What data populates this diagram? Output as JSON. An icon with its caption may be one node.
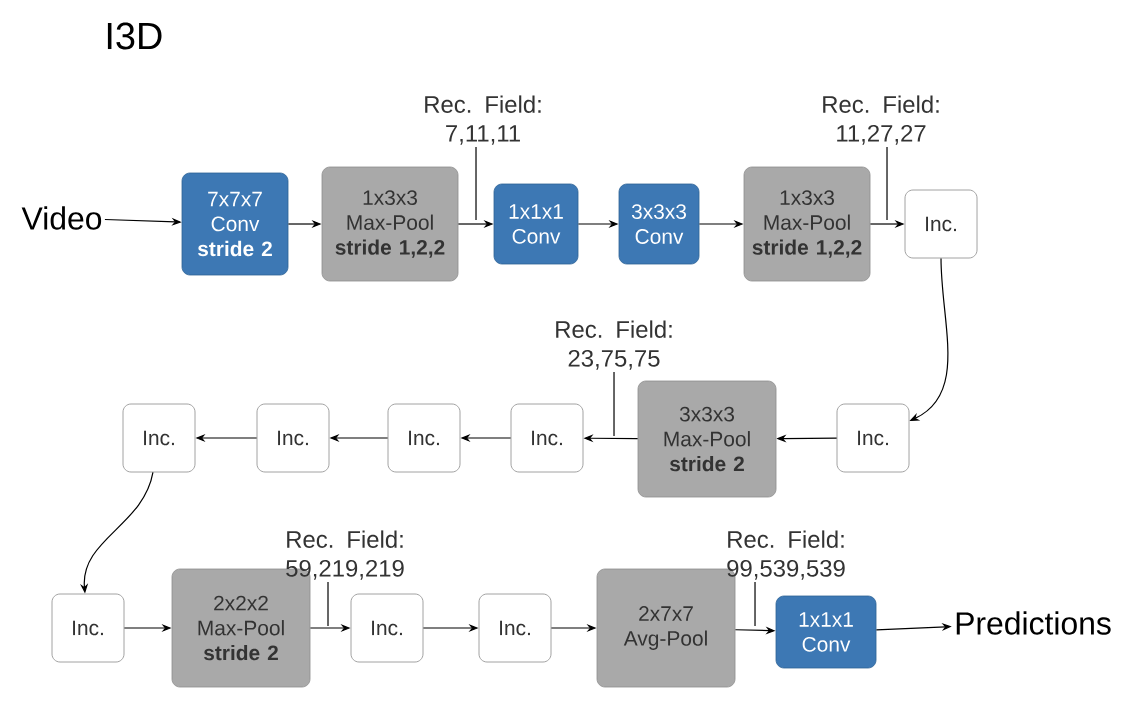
{
  "diagram": {
    "title": "I3D",
    "nodes": [
      {
        "text": [
          "Video"
        ]
      },
      {
        "text": [
          "7x7x7 Conv",
          "stride 2"
        ]
      },
      {
        "text": [
          "1x3x3 Max-Pool",
          "stride 1,2,2"
        ]
      },
      {
        "text": [
          "1x1x1 Conv"
        ]
      },
      {
        "text": [
          "3x3x3 Conv"
        ]
      },
      {
        "text": [
          "1x3x3 Max-Pool",
          "stride 1,2,2"
        ]
      },
      {
        "text": [
          "Inc."
        ]
      },
      {
        "text": [
          "Inc."
        ]
      },
      {
        "text": [
          "3x3x3 Max-Pool",
          "stride 2"
        ]
      },
      {
        "text": [
          "Inc."
        ]
      },
      {
        "text": [
          "Inc."
        ]
      },
      {
        "text": [
          "Inc."
        ]
      },
      {
        "text": [
          "Inc."
        ]
      },
      {
        "text": [
          "Inc."
        ]
      },
      {
        "text": [
          "2x2x2 Max-Pool",
          "stride 2"
        ]
      },
      {
        "text": [
          "Inc."
        ]
      },
      {
        "text": [
          "Inc."
        ]
      },
      {
        "text": [
          "2x7x7 Avg-Pool"
        ]
      },
      {
        "text": [
          "1x1x1 Conv"
        ]
      },
      {
        "text": [
          "Predictions"
        ]
      },
      {
        "text": [
          "Rec. Field: 7,11,11"
        ]
      },
      {
        "text": [
          "Rec. Field: 11,27,27"
        ]
      },
      {
        "text": [
          "Rec. Field: 23,75,75"
        ]
      },
      {
        "text": [
          "Rec. Field: 59,219,219"
        ]
      },
      {
        "text": [
          "Rec. Field: 99,539,539"
        ]
      }
    ],
    "edges": [
      {
        "from": 0,
        "to": 1,
        "arrow": "to"
      },
      {
        "from": 1,
        "to": 2,
        "arrow": "to"
      },
      {
        "from": 2,
        "to": 3,
        "arrow": "to"
      },
      {
        "from": 3,
        "to": 4,
        "arrow": "to"
      },
      {
        "from": 4,
        "to": 5,
        "arrow": "to"
      },
      {
        "from": 5,
        "to": 6,
        "arrow": "to"
      },
      {
        "from": 6,
        "to": 7,
        "arrow": "to"
      },
      {
        "from": 7,
        "to": 8,
        "arrow": "to"
      },
      {
        "from": 8,
        "to": 9,
        "arrow": "to"
      },
      {
        "from": 9,
        "to": 10,
        "arrow": "to"
      },
      {
        "from": 10,
        "to": 11,
        "arrow": "to"
      },
      {
        "from": 11,
        "to": 12,
        "arrow": "to"
      },
      {
        "from": 12,
        "to": 13,
        "arrow": "to"
      },
      {
        "from": 13,
        "to": 14,
        "arrow": "to"
      },
      {
        "from": 14,
        "to": 15,
        "arrow": "to"
      },
      {
        "from": 15,
        "to": 16,
        "arrow": "to"
      },
      {
        "from": 16,
        "to": 17,
        "arrow": "to"
      },
      {
        "from": 17,
        "to": 18,
        "arrow": "to"
      },
      {
        "from": 18,
        "to": 19,
        "arrow": "to"
      },
      {
        "from": 20,
        "to": null,
        "arrow": "none"
      },
      {
        "from": 21,
        "to": null,
        "arrow": "none"
      },
      {
        "from": 22,
        "to": null,
        "arrow": "none"
      },
      {
        "from": 23,
        "to": null,
        "arrow": "none"
      },
      {
        "from": 24,
        "to": null,
        "arrow": "none"
      }
    ]
  }
}
